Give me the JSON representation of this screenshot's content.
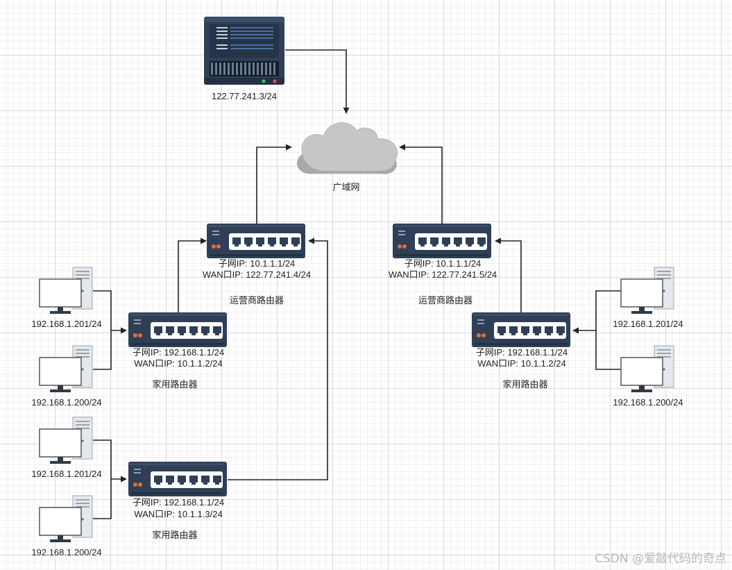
{
  "server": {
    "ip": "122.77.241.3/24"
  },
  "cloud": {
    "label": "广域网"
  },
  "isp_left": {
    "subnet": "子网IP:   10.1.1.1/24",
    "wan": "WAN口IP:  122.77.241.4/24",
    "caption": "运营商路由器"
  },
  "isp_right": {
    "subnet": "子网IP:   10.1.1.1/24",
    "wan": "WAN口IP:  122.77.241.5/24",
    "caption": "运营商路由器"
  },
  "home_a": {
    "subnet": "子网IP:   192.168.1.1/24",
    "wan": "WAN口IP:  10.1.1.2/24",
    "caption": "家用路由器",
    "pc1": "192.168.1.201/24",
    "pc2": "192.168.1.200/24"
  },
  "home_b": {
    "subnet": "子网IP:   192.168.1.1/24",
    "wan": "WAN口IP:  10.1.1.3/24",
    "caption": "家用路由器",
    "pc1": "192.168.1.201/24",
    "pc2": "192.168.1.200/24"
  },
  "home_c": {
    "subnet": "子网IP:   192.168.1.1/24",
    "wan": "WAN口IP:  10.1.1.2/24",
    "caption": "家用路由器",
    "pc1": "192.168.1.201/24",
    "pc2": "192.168.1.200/24"
  },
  "watermark": "CSDN @爱敲代码的奇点"
}
